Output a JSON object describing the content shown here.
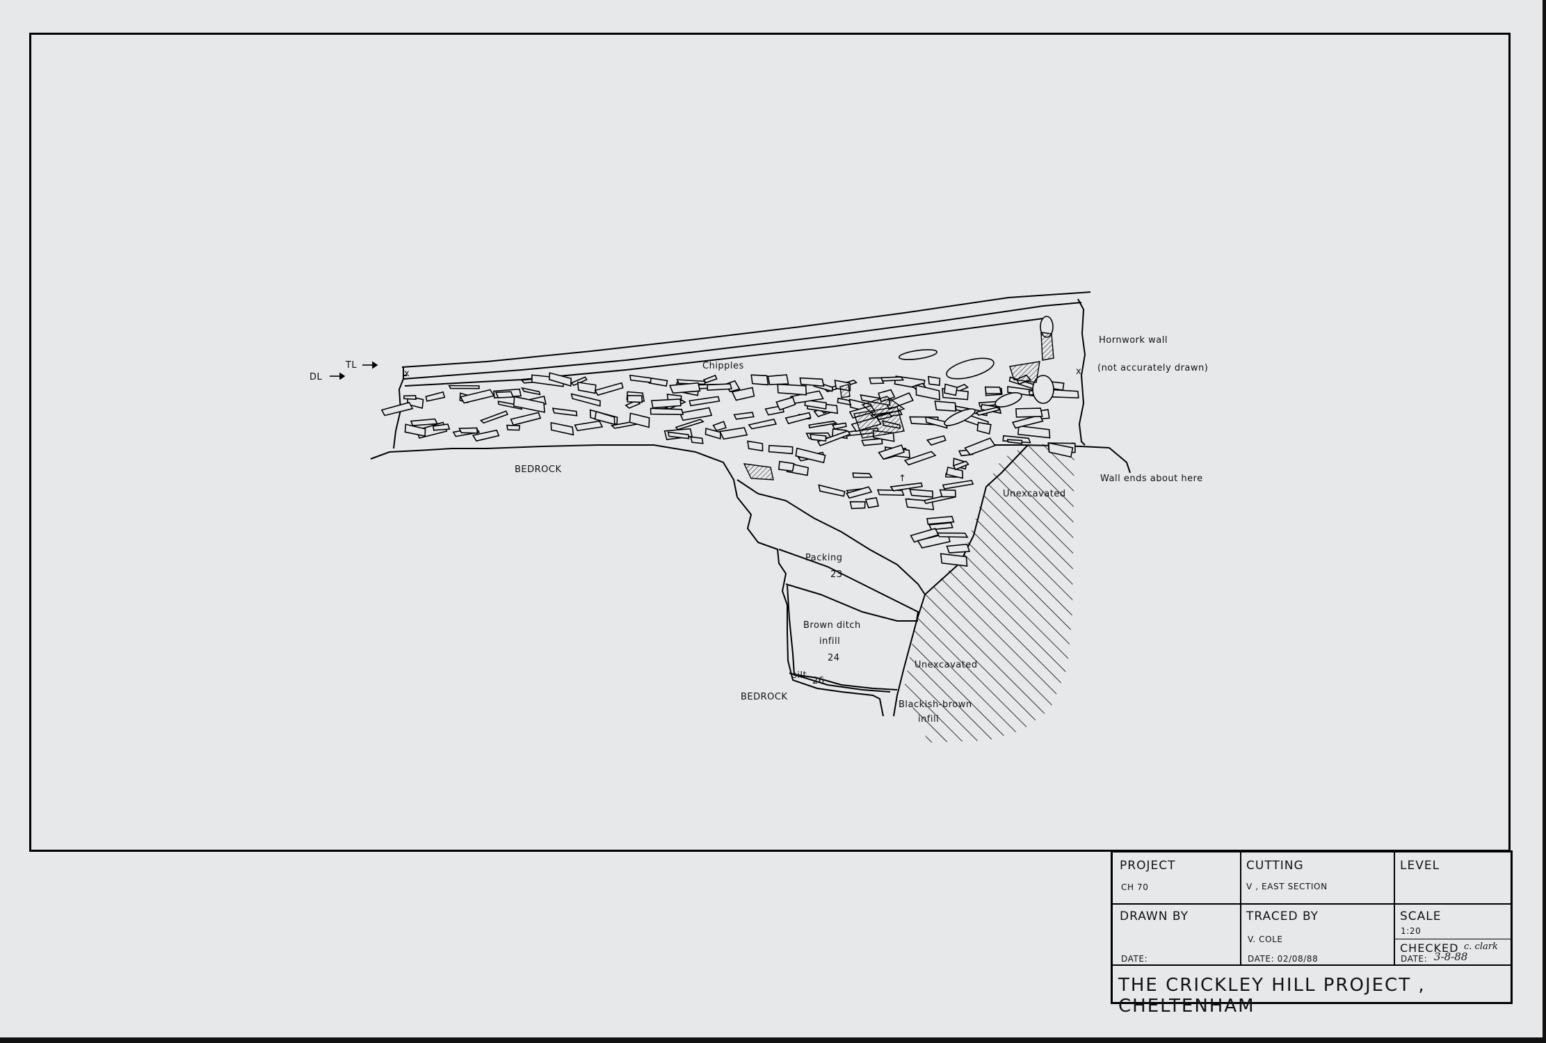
{
  "drawing": {
    "labels": {
      "tl": "TL",
      "dl": "DL",
      "chipples": "Chipples",
      "hornwork_wall": "Hornwork wall",
      "not_accurately": "(not accurately drawn)",
      "wall_ends": "Wall ends about here",
      "bedrock_upper": "BEDROCK",
      "unexcavated_upper": "Unexcavated",
      "packing": "Packing",
      "packing_num": "23",
      "brown_ditch": "Brown ditch",
      "infill_24": "infill",
      "num_24": "24",
      "unexcavated_lower": "Unexcavated",
      "silt": "silt",
      "num_26": "26",
      "bedrock_lower": "BEDROCK",
      "blackish": "Blackish-brown",
      "infill_lower": "infill",
      "small_mark": "x",
      "arrow_mark": "↑"
    }
  },
  "title_block": {
    "project_label": "PROJECT",
    "project_value": "CH 70",
    "cutting_label": "CUTTING",
    "cutting_value": "V , EAST SECTION",
    "level_label": "LEVEL",
    "drawn_by_label": "DRAWN BY",
    "drawn_date_label": "DATE:",
    "traced_by_label": "TRACED BY",
    "traced_by_value": "V. COLE",
    "traced_date": "DATE: 02/08/88",
    "scale_label": "SCALE",
    "scale_value": "1:20",
    "checked_label": "CHECKED",
    "checked_signature": "c. clark",
    "checked_date_label": "DATE:",
    "checked_date_value": "3-8-88",
    "footer": "THE CRICKLEY HILL PROJECT , CHELTENHAM"
  }
}
